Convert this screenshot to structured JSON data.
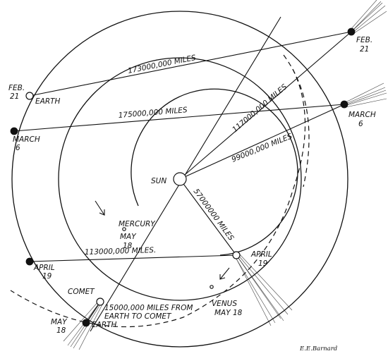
{
  "labels": {
    "sun": "SUN",
    "mercury": "MERCURY",
    "venus": "VENUS",
    "comet": "COMET",
    "earth_feb": "EARTH",
    "earth_may": "EARTH",
    "feb_left_1": "FEB.",
    "feb_left_2": "21",
    "march_left_1": "MARCH",
    "march_left_2": "6",
    "april_left_1": "APRIL",
    "april_left_2": "19",
    "may_left_1": "MAY",
    "may_left_2": "18",
    "feb_right_1": "FEB.",
    "feb_right_2": "21",
    "march_right_1": "MARCH",
    "march_right_2": "6",
    "april_right_1": "APRIL",
    "april_right_2": "19",
    "mercury_may_1": "MAY",
    "mercury_may_2": "18",
    "venus_may": "MAY 18",
    "signature": "E.E.Barnard"
  },
  "distances": {
    "feb_earth_comet": "173000,000 MILES",
    "march_earth_comet": "175000,000 MILES",
    "feb_sun_comet": "117000,000 MILES",
    "march_sun_comet": "99000,000 MILES",
    "april_sun_comet": "57000000 MILES",
    "april_earth_comet": "113000,000 MILES.",
    "may_earth_comet_1": "15000,000 MILES FROM",
    "may_earth_comet_2": "EARTH TO COMET"
  }
}
